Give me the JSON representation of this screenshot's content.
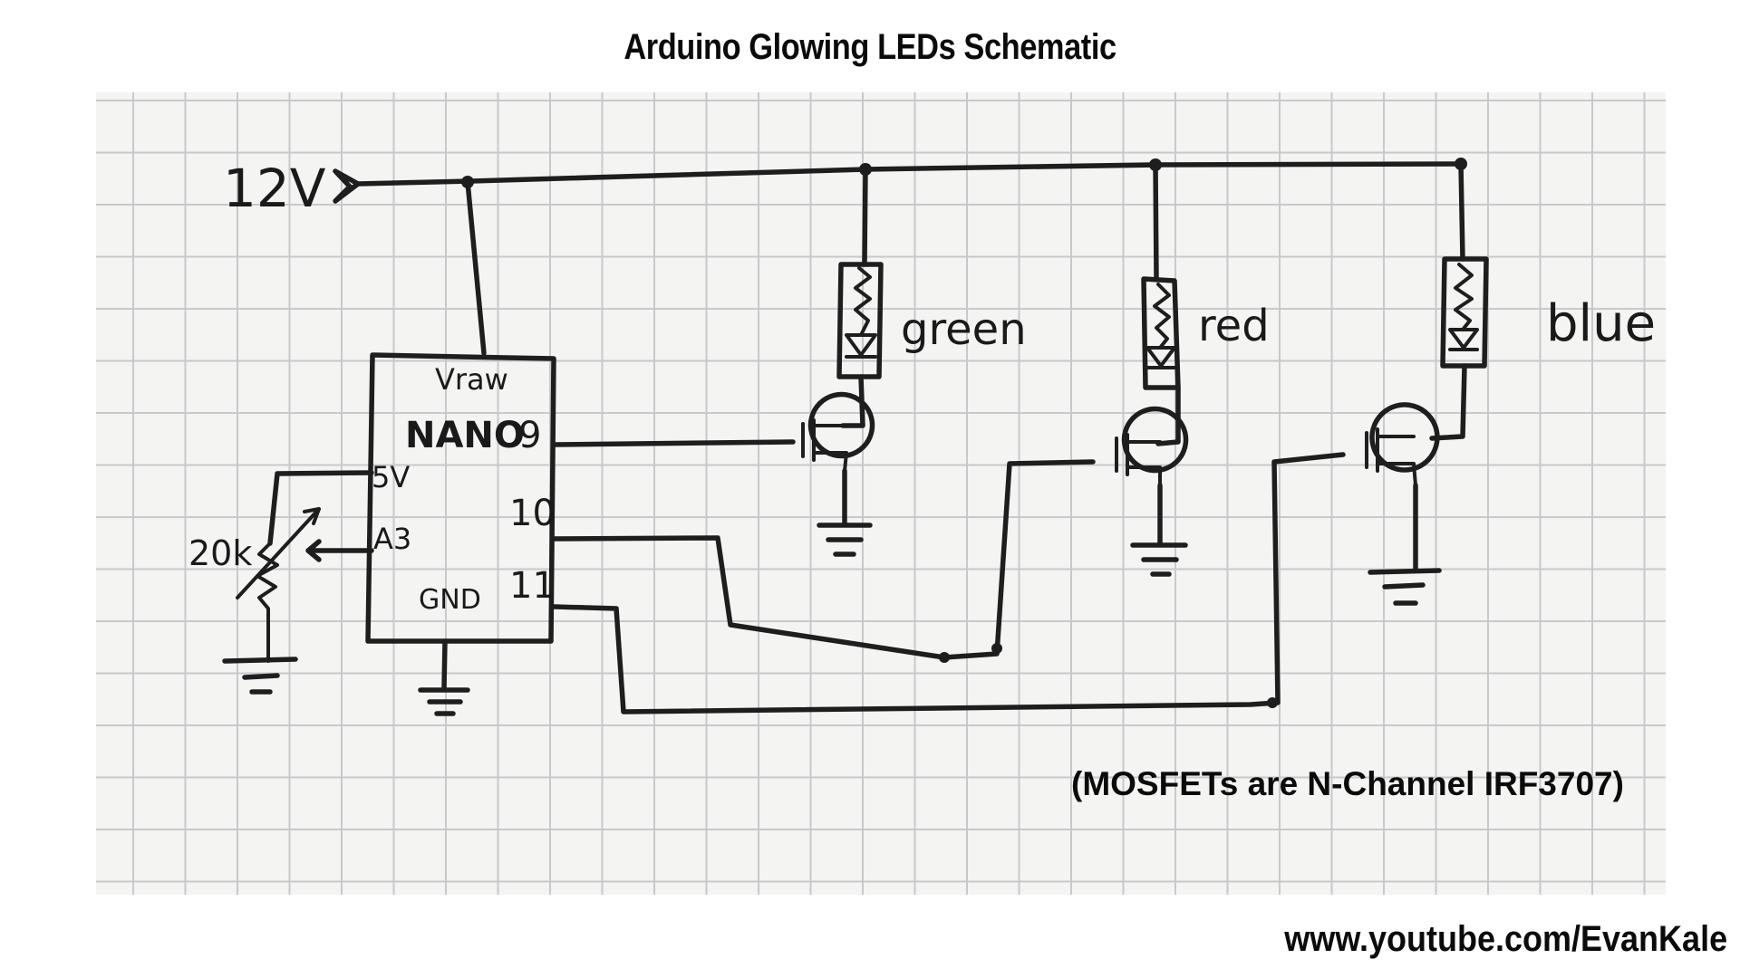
{
  "title": "Arduino Glowing LEDs Schematic",
  "footer": "www.youtube.com/EvanKale",
  "labels": {
    "supply": "12V",
    "vraw": "Vraw",
    "nano": "NANO",
    "pin_5v": "5V",
    "pin_a3": "A3",
    "pin_gnd": "GND",
    "pin_9": "9",
    "pin_10": "10",
    "pin_11": "11",
    "pot": "20k",
    "led_green": "green",
    "led_red": "red",
    "led_blue": "blue"
  },
  "note": "(MOSFETs are N-Channel IRF3707)"
}
